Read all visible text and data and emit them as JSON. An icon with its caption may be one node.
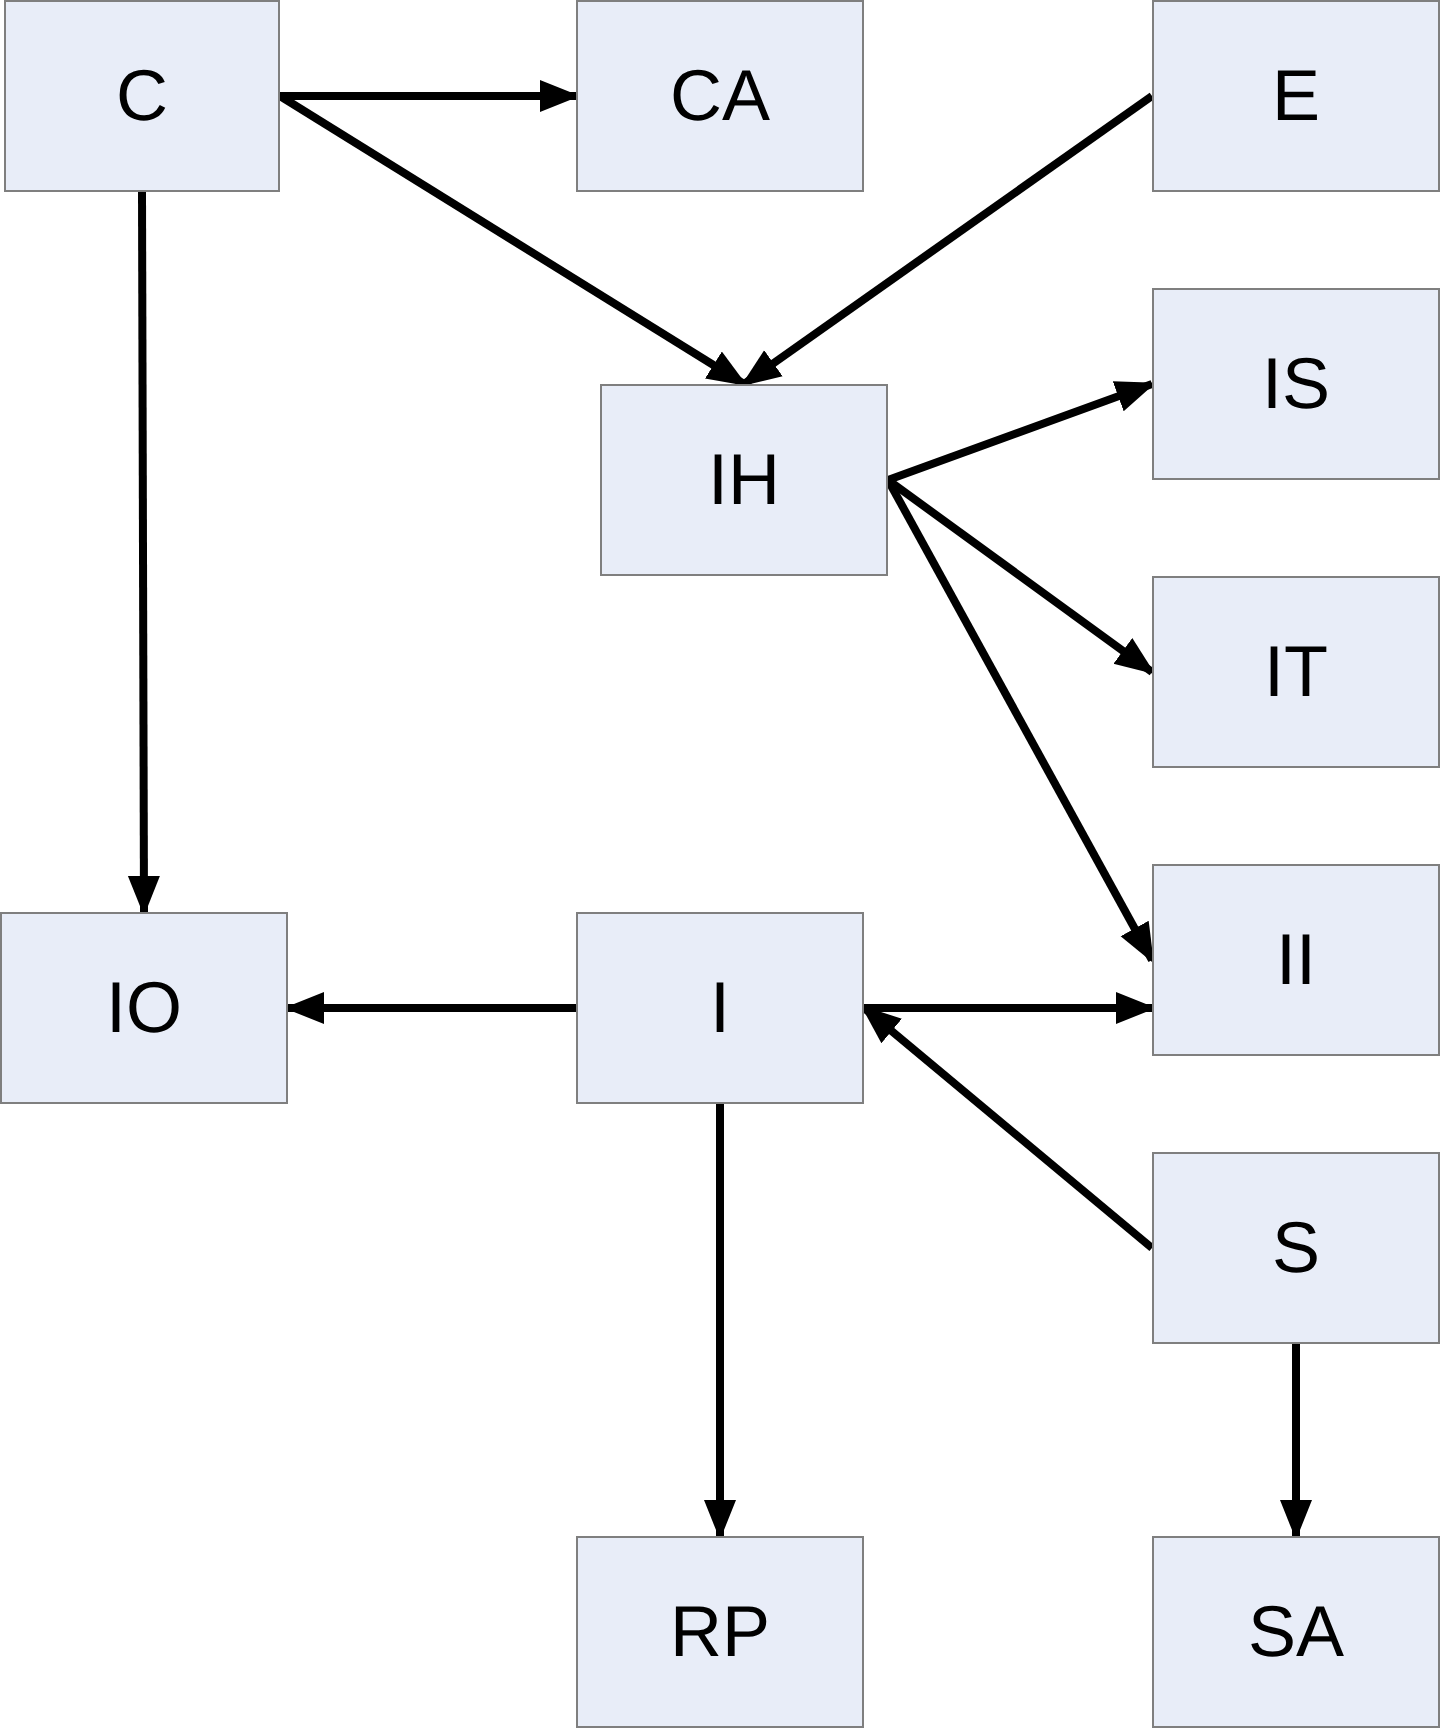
{
  "diagram": {
    "nodes": [
      {
        "text": [
          "C"
        ]
      },
      {
        "text": [
          "CA"
        ]
      },
      {
        "text": [
          "E"
        ]
      },
      {
        "text": [
          "IH"
        ]
      },
      {
        "text": [
          "IS"
        ]
      },
      {
        "text": [
          "IT"
        ]
      },
      {
        "text": [
          "IO"
        ]
      },
      {
        "text": [
          "I"
        ]
      },
      {
        "text": [
          "II"
        ]
      },
      {
        "text": [
          "S"
        ]
      },
      {
        "text": [
          "RP"
        ]
      },
      {
        "text": [
          "SA"
        ]
      }
    ],
    "edges": [
      {
        "from": 0,
        "to": 1,
        "arrow": "to"
      },
      {
        "from": 0,
        "to": 3,
        "arrow": "to"
      },
      {
        "from": 2,
        "to": 3,
        "arrow": "to"
      },
      {
        "from": 0,
        "to": 6,
        "arrow": "to"
      },
      {
        "from": 3,
        "to": 4,
        "arrow": "to"
      },
      {
        "from": 3,
        "to": 5,
        "arrow": "to"
      },
      {
        "from": 3,
        "to": 8,
        "arrow": "to"
      },
      {
        "from": 7,
        "to": 6,
        "arrow": "to"
      },
      {
        "from": 7,
        "to": 8,
        "arrow": "to"
      },
      {
        "from": 9,
        "to": 7,
        "arrow": "to"
      },
      {
        "from": 7,
        "to": 10,
        "arrow": "to"
      },
      {
        "from": 9,
        "to": 11,
        "arrow": "to"
      }
    ]
  }
}
